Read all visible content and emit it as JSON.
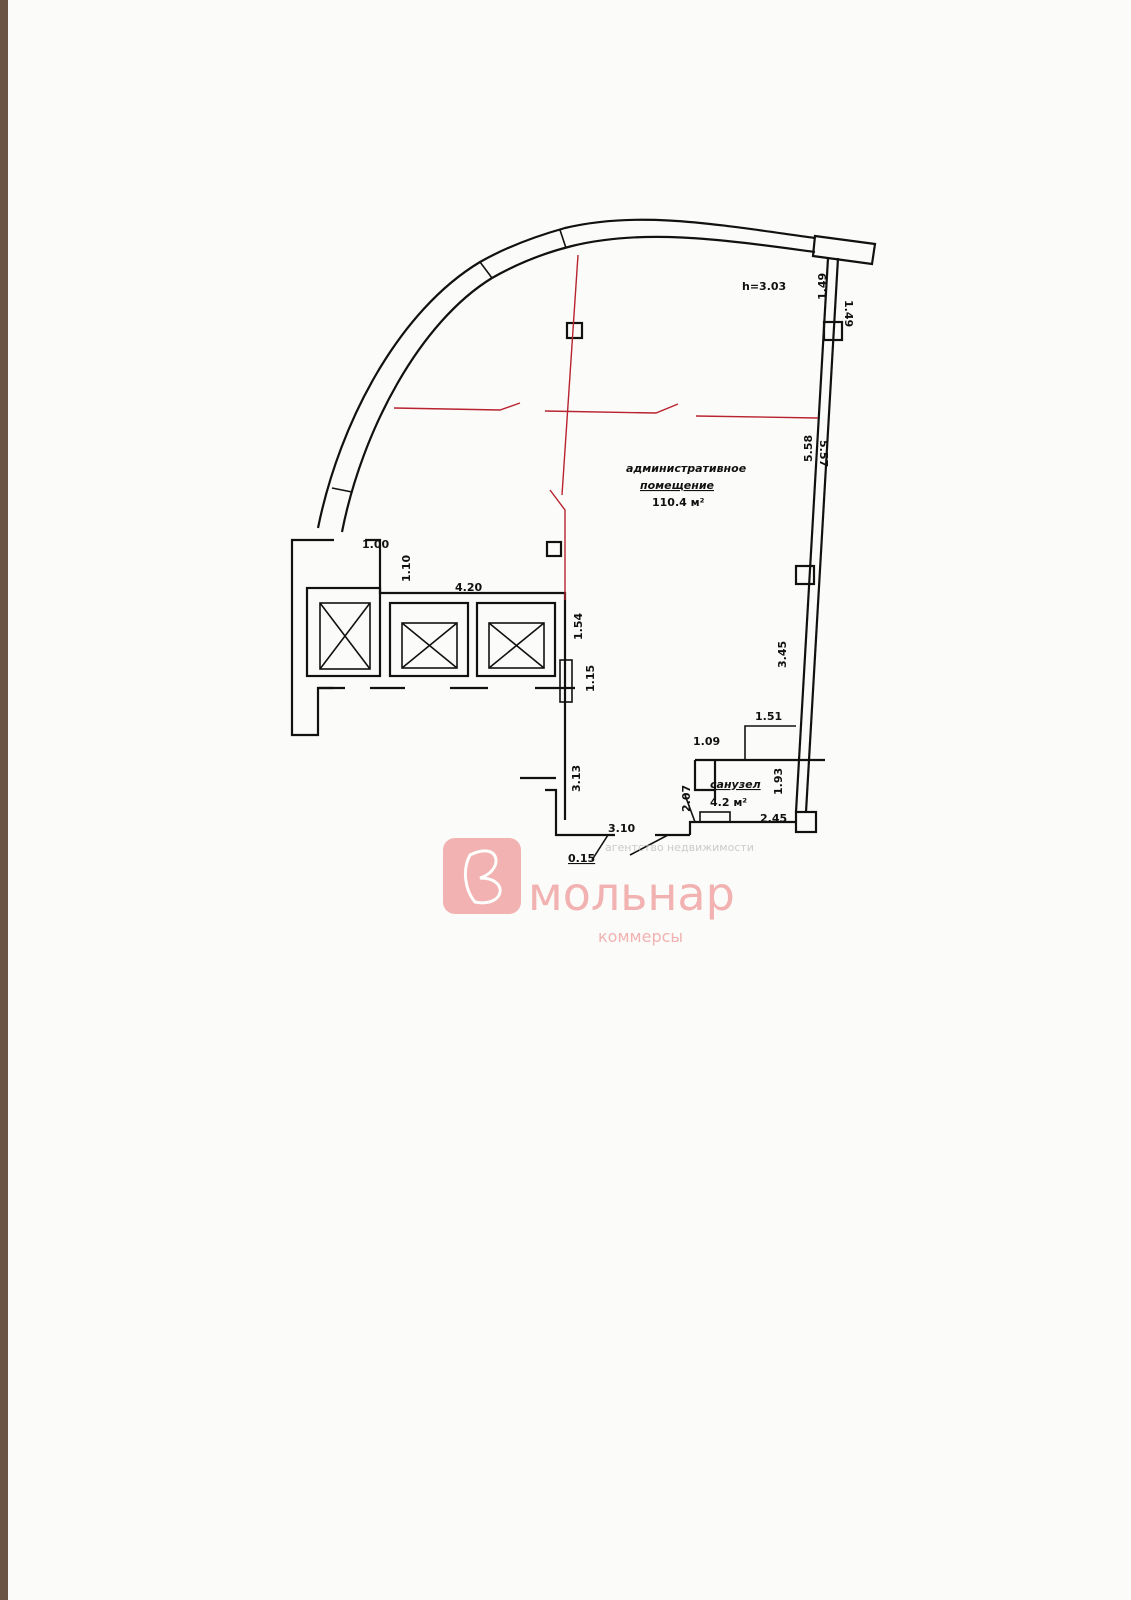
{
  "plan": {
    "ceiling_height": "h=3.03",
    "room_main": {
      "name_line1": "административное",
      "name_line2": "помещение",
      "area": "110.4 м²"
    },
    "room_wc": {
      "name": "санузел",
      "area": "4.2 м²"
    },
    "dimensions": {
      "d_1_49_a": "1.49",
      "d_1_49_b": "1.49",
      "d_5_58": "5.58",
      "d_5_57": "5.57",
      "d_1_00": "1.00",
      "d_1_10": "1.10",
      "d_4_20": "4.20",
      "d_1_54": "1.54",
      "d_1_15": "1.15",
      "d_3_13": "3.13",
      "d_3_45": "3.45",
      "d_1_51": "1.51",
      "d_1_09": "1.09",
      "d_1_93": "1.93",
      "d_2_45": "2.45",
      "d_2_07": "2.07",
      "d_3_10": "3.10",
      "d_0_15": "0.15"
    },
    "colors": {
      "walls": "#111111",
      "partition_lines": "#b8232f",
      "watermark": "#ee9a9a"
    }
  },
  "watermark": {
    "tagline": "агентство недвижимости",
    "brand": "мольнар",
    "sub": "коммерсы"
  }
}
